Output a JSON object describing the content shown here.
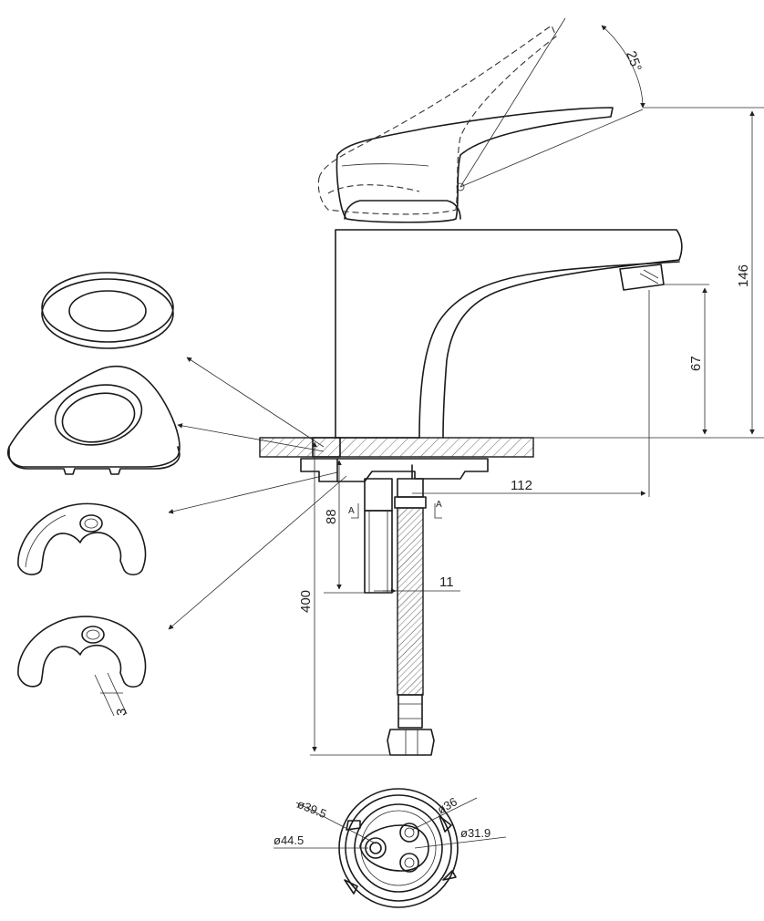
{
  "dimensions": {
    "lever_angle": "25°",
    "total_height": "146",
    "spout_height": "67",
    "spout_reach": "112",
    "shank_length": "88",
    "hose_length": "400",
    "hose_diameter": "11",
    "clip_thickness": "3"
  },
  "section_marks": {
    "left": "A",
    "right": "A"
  },
  "base_view_diameters": {
    "d1": "ø39.5",
    "d2": "ø36",
    "d3": "ø44.5",
    "d4": "ø31.9"
  }
}
